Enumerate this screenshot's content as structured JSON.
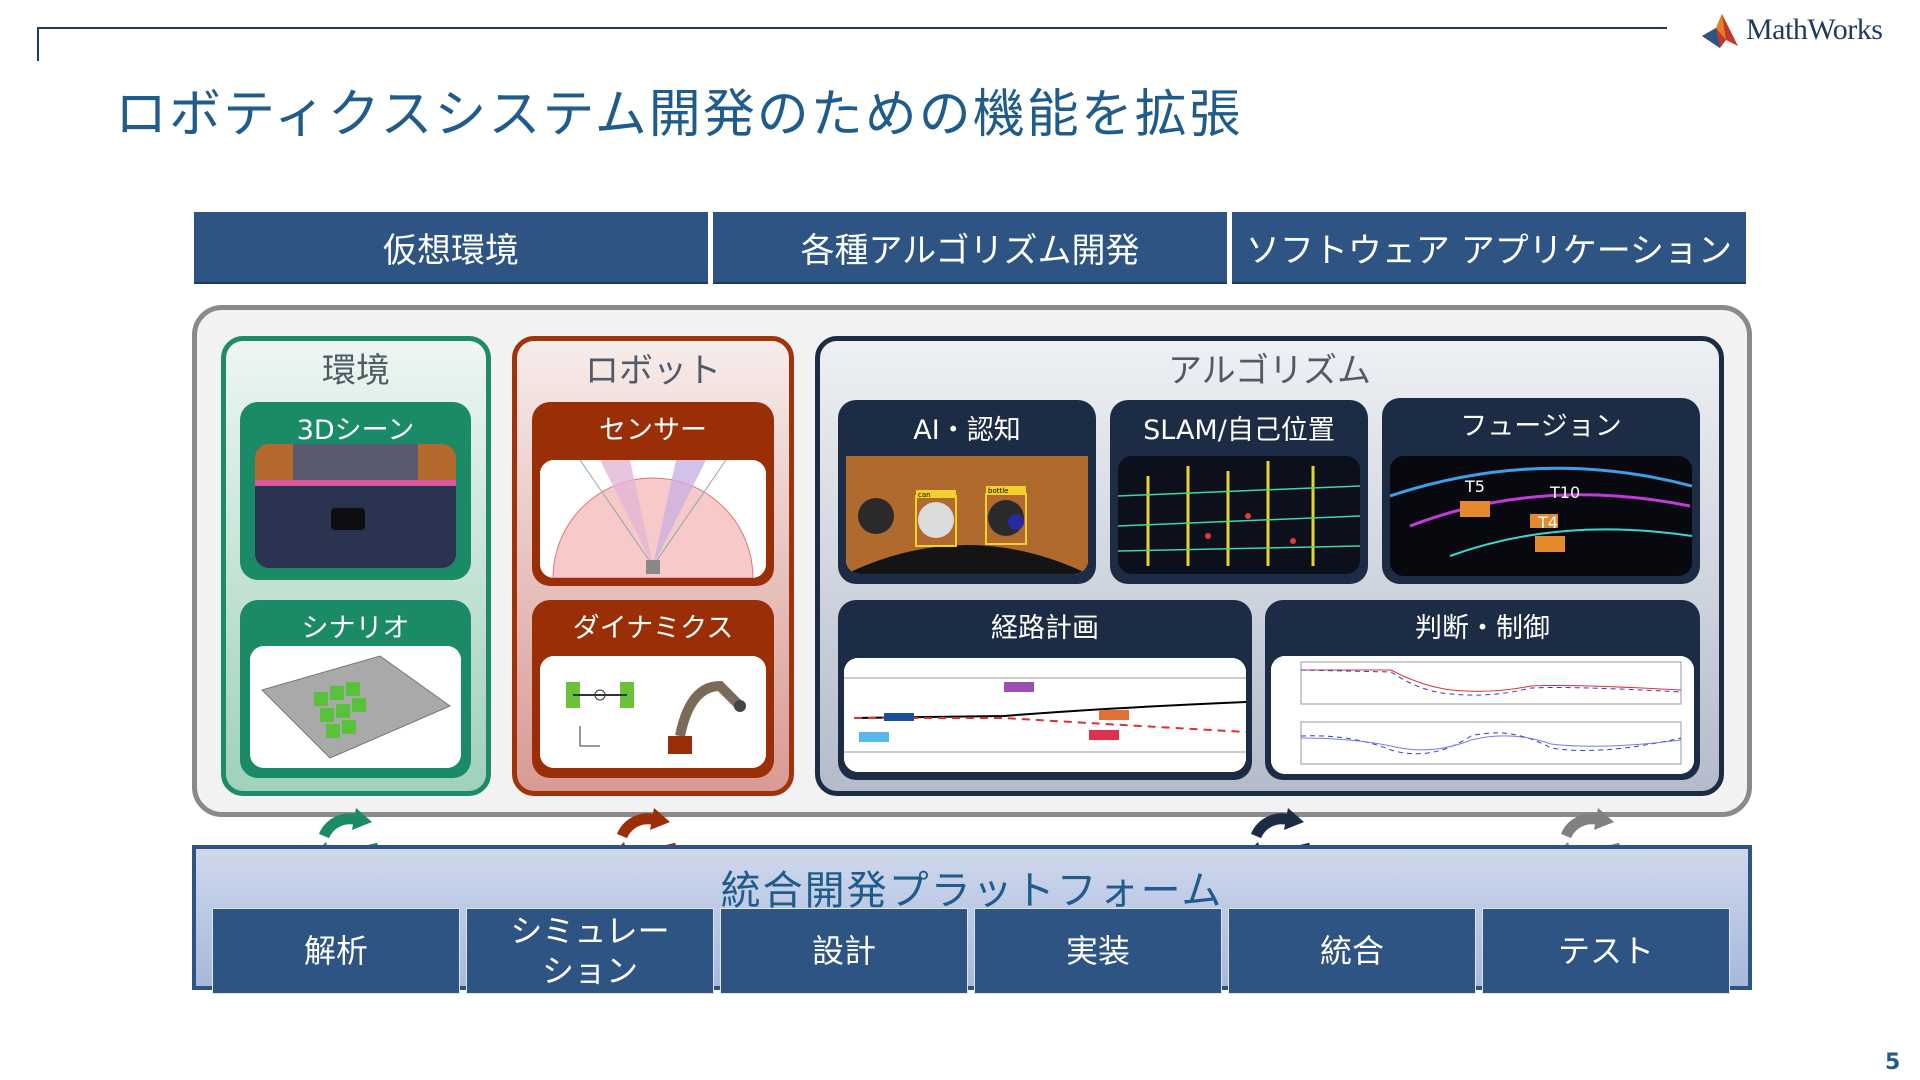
{
  "logo": {
    "text": "MathWorks"
  },
  "title": "ロボティクスシステム開発のための機能を拡張",
  "header_tabs": [
    "仮想環境",
    "各種アルゴリズム開発",
    "ソフトウェア アプリケーション"
  ],
  "columns": {
    "environment": {
      "title": "環境",
      "cards": [
        "3Dシーン",
        "シナリオ"
      ]
    },
    "robot": {
      "title": "ロボット",
      "cards": [
        "センサー",
        "ダイナミクス"
      ]
    },
    "algorithm": {
      "title": "アルゴリズム",
      "cards": [
        "AI・認知",
        "SLAM/自己位置",
        "フュージョン",
        "経路計画",
        "判断・制御"
      ],
      "ai_labels": [
        "can",
        "bottle"
      ],
      "fusion_labels": [
        "T5",
        "T10",
        "T4"
      ]
    }
  },
  "platform": {
    "title": "統合開発プラットフォーム",
    "steps": [
      "解析",
      "シミュレーション",
      "設計",
      "実装",
      "統合",
      "テスト"
    ],
    "step_lines": {
      "simulation": [
        "シミュレー",
        "ション"
      ]
    }
  },
  "cycle_colors": [
    "#1a8b66",
    "#9a2f07",
    "#1b2c44",
    "#808080"
  ],
  "page_number": "5"
}
